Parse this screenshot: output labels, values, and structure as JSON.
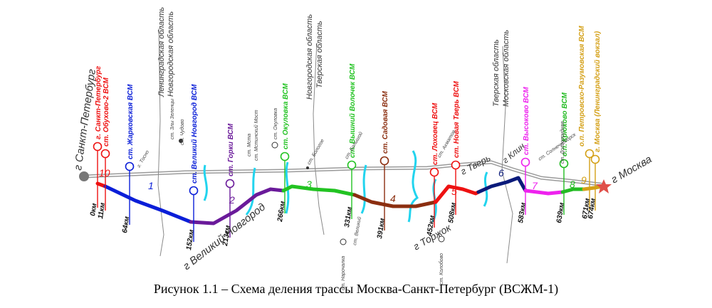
{
  "cities": {
    "spb": "г Санкт-Петербург",
    "moscow": "г Москва",
    "novgorod": "г Великий Новгород",
    "torzhok": "г Торжок",
    "tver": "г Тверь",
    "klin": "г Клин"
  },
  "regions": {
    "len": "Ленинградская область",
    "nov_a": "Новгородская область",
    "nov_b": "Новгородская область",
    "tver_a": "Тверская область",
    "tver_b": "Тверская область",
    "mos": "Московская область"
  },
  "stations": [
    "г. Санкт-Петербург",
    "ст. Обухово-2 ВСМ",
    "ст. Жарковская ВСМ",
    "ст. Великий Новгород ВСМ",
    "ст. Горки ВСМ",
    "ст. Окуловка ВСМ",
    "ст. Вышний Волочек ВСМ",
    "ст. Садовая ВСМ",
    "ст. Лоховец ВСМ",
    "ст. Новая Тверь ВСМ",
    "ст. Высоково ВСМ",
    "о.п. Крюково ВСМ",
    "о.п. Петровско-Разумовская ВСМ",
    "г. Москва (Ленинградский вокзал)"
  ],
  "km": [
    "0км",
    "11км",
    "64км",
    "152км",
    "213км",
    "266км",
    "331км",
    "391км",
    "452км",
    "508км",
    "583км",
    "639км",
    "671км",
    "674км"
  ],
  "sections": [
    "10",
    "1",
    "2",
    "3",
    "4",
    "5",
    "6",
    "7",
    "8",
    "9"
  ],
  "small_labels": {
    "chudovo": "ст. Чудово",
    "zelenchy": "ст. Злы Зеленцы",
    "msta": "ст. Мста",
    "ponezh": "ст. Нарочалка",
    "bologoe": "ст. Бологое",
    "velikoy": "ст. Великий",
    "akhmatov": "ст. Ахматов",
    "solnech": "ст. Солнечногорск",
    "kolobovo": "ст. Колобово",
    "tosno": "г. Тосно",
    "okulovka": "ст. Окуловка",
    "skh_msta": "ст. Мстинский Мост",
    "bolshoy": "ст. Большой",
    "tos_dolgo": "ст. Долгопрудная"
  },
  "caption": "Рисунок 1.1 – Схема деления трассы Москва-Санкт-Петербург (ВСЖМ-1)",
  "colors": {
    "s1": "#0a1ed8",
    "s2": "#6a1a9a",
    "s3": "#22c322",
    "s4": "#8b2e0f",
    "s5": "#ee1111",
    "s6": "#0a1a7a",
    "s7": "#ee22ee",
    "s8": "#22bb22",
    "s9": "#d4a017",
    "s10": "#ee1111",
    "river": "#22d4ee",
    "rail": "#9a9a9a"
  }
}
